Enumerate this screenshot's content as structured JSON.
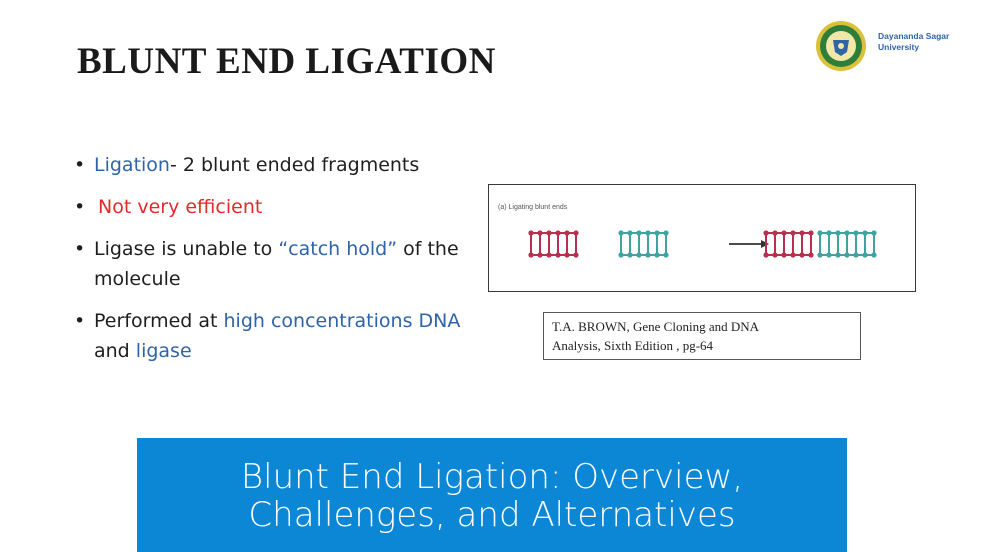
{
  "slide": {
    "title": "BLUNT END LIGATION",
    "logo": {
      "name": "Dayananda Sagar University",
      "icon": "university-seal-icon"
    },
    "bullets": [
      {
        "parts": [
          {
            "text": "Ligation",
            "color": "blue"
          },
          {
            "text": "- 2 blunt ended fragments",
            "color": "black"
          }
        ]
      },
      {
        "parts": [
          {
            "text": "Not very efficient",
            "color": "red"
          }
        ]
      },
      {
        "parts": [
          {
            "text": "Ligase is unable to ",
            "color": "black"
          },
          {
            "text": "“catch hold”",
            "color": "blue"
          },
          {
            "text": " of the molecule",
            "color": "black"
          }
        ]
      },
      {
        "parts": [
          {
            "text": "Performed at ",
            "color": "black"
          },
          {
            "text": "high concentrations DNA",
            "color": "blue"
          },
          {
            "text": " and ",
            "color": "black"
          },
          {
            "text": "ligase",
            "color": "blue"
          }
        ]
      }
    ],
    "figure": {
      "caption": "(a) Ligating blunt ends"
    },
    "citation": {
      "line1": "T.A. BROWN, Gene Cloning and DNA",
      "line2": "Analysis, Sixth Edition , pg-64"
    }
  },
  "banner": {
    "line1": "Blunt End Ligation: Overview,",
    "line2": "Challenges, and Alternatives"
  },
  "colors": {
    "blue_text": "#2f64a8",
    "red_text": "#e12b2b",
    "banner_bg": "#0b87d6",
    "dna_red": "#b8304f",
    "dna_teal": "#3fa3a0"
  }
}
